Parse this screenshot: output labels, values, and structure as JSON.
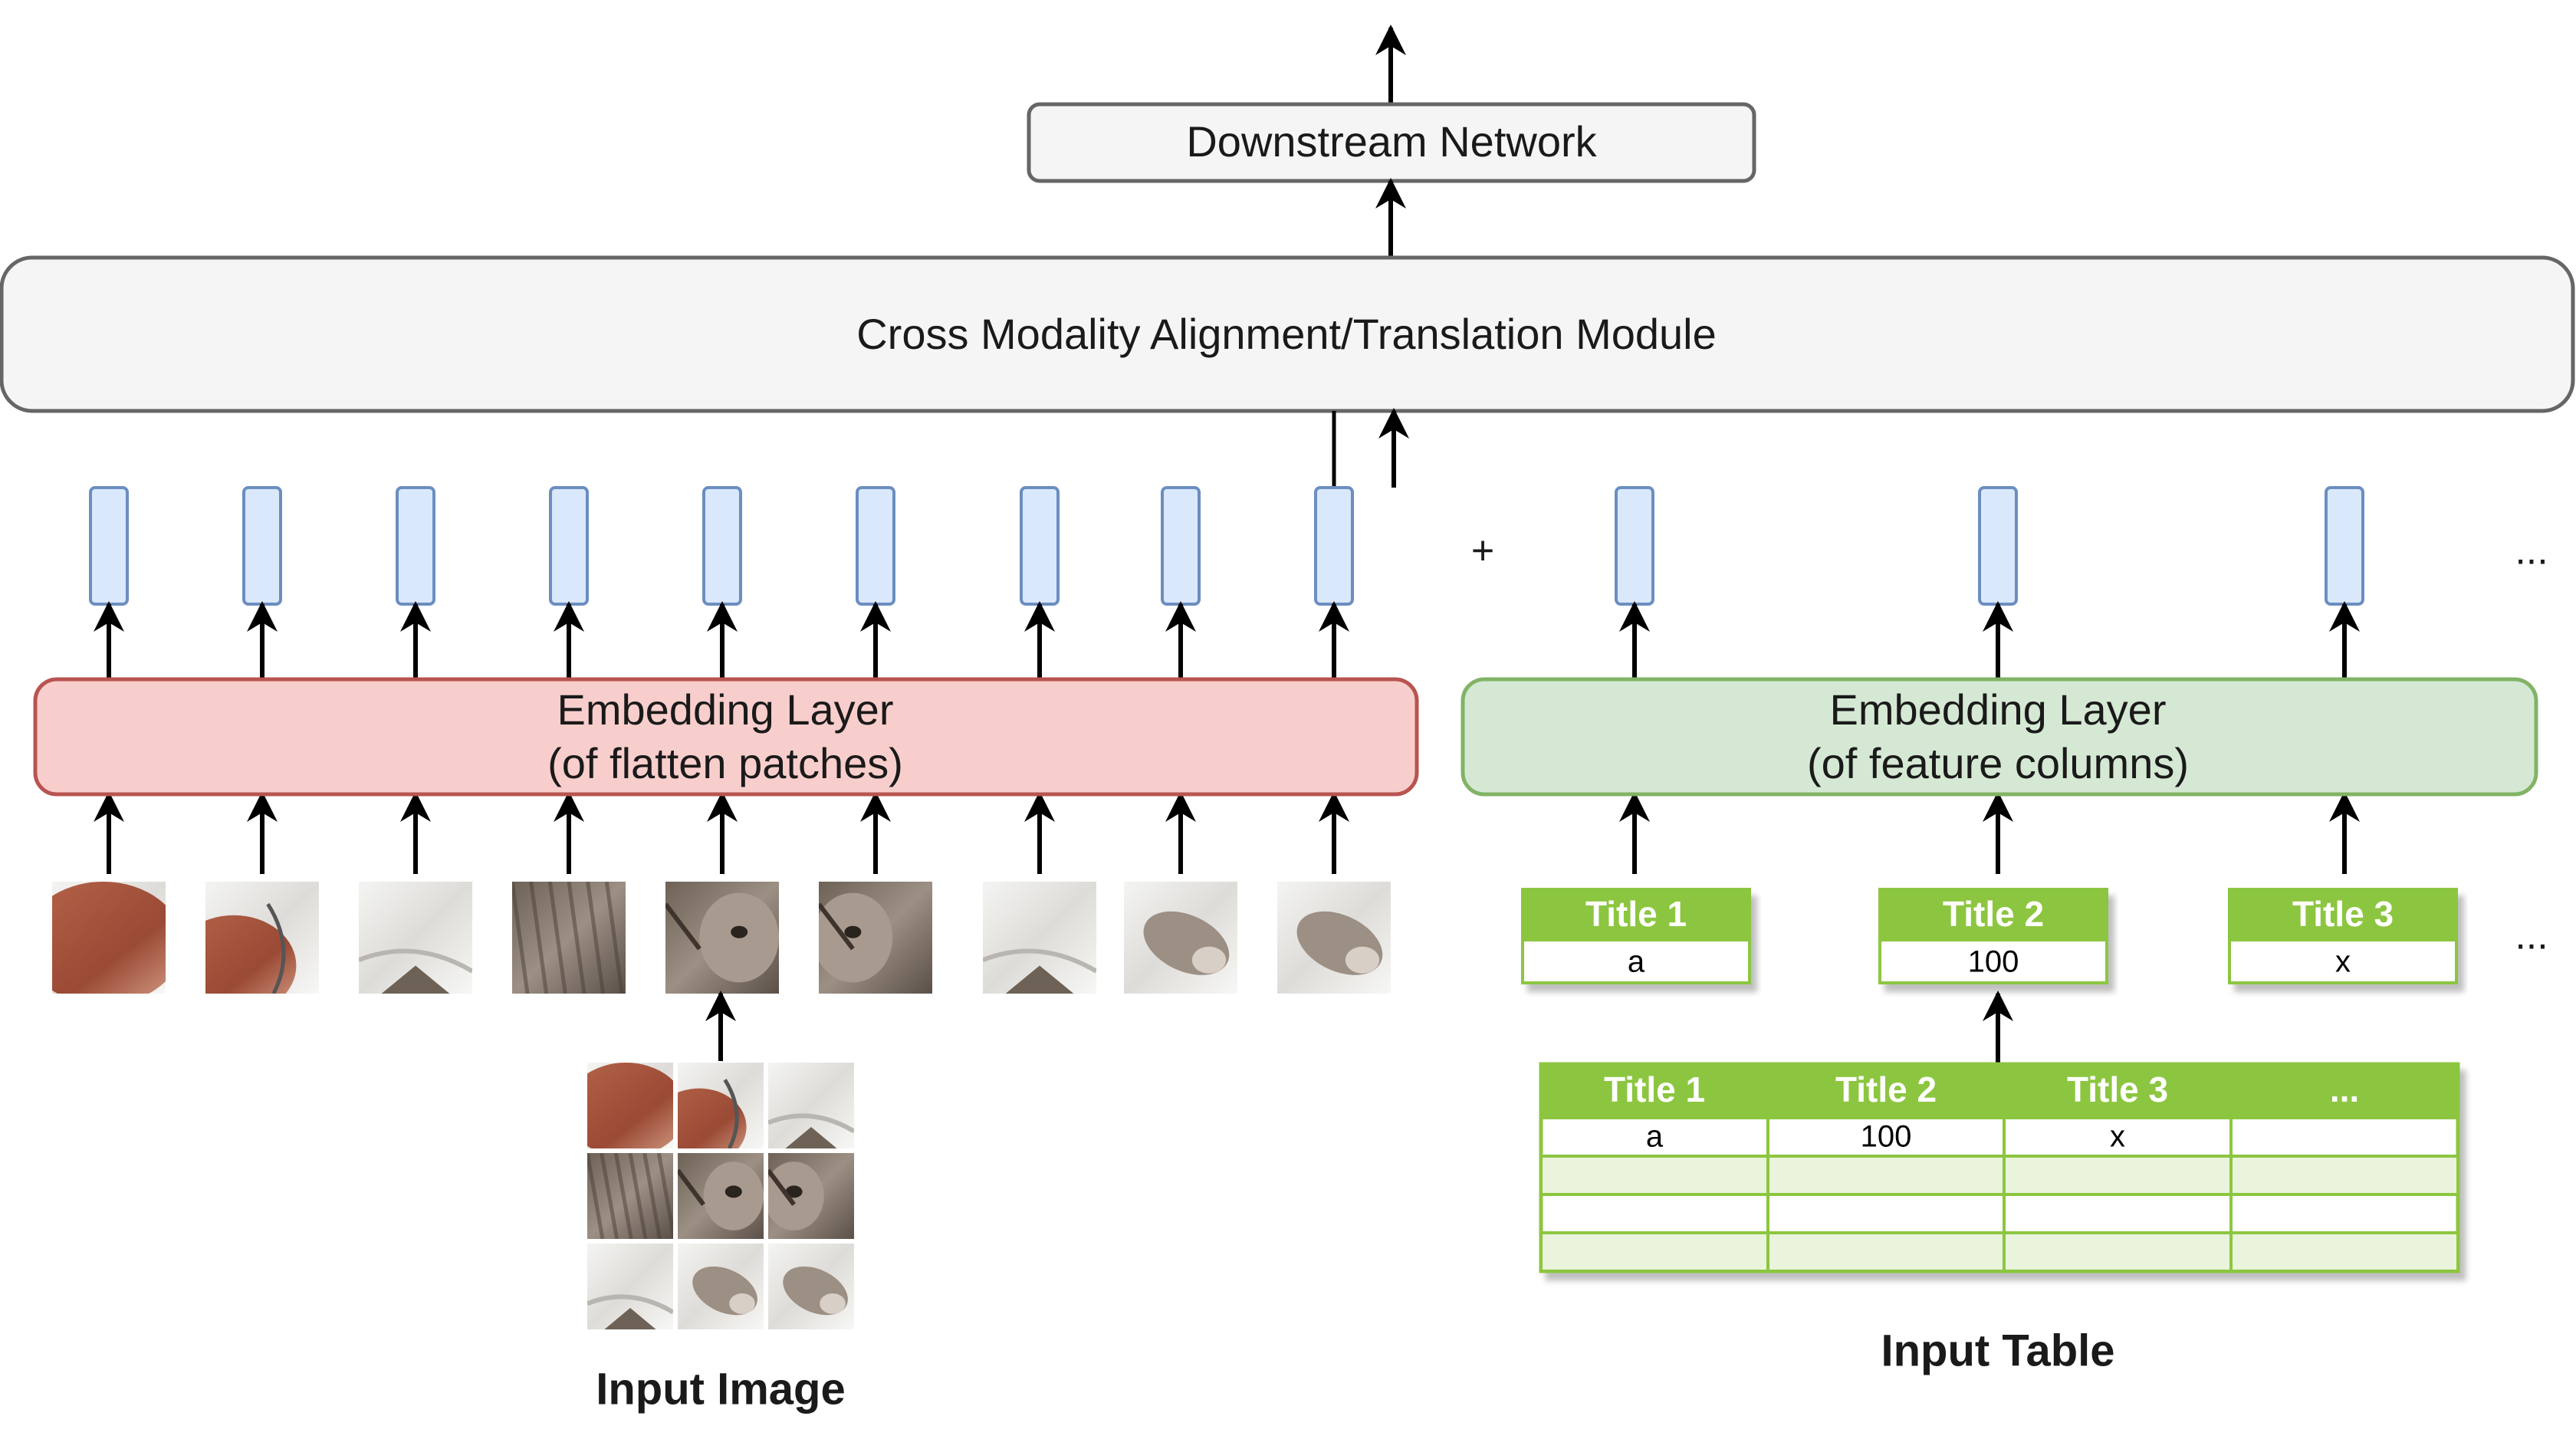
{
  "downstream_network": {
    "label": "Downstream Network"
  },
  "cross_modality_module": {
    "label": "Cross Modality Alignment/Translation Module"
  },
  "image_embedding_layer": {
    "line1": "Embedding Layer",
    "line2": "(of flatten patches)"
  },
  "table_embedding_layer": {
    "line1": "Embedding Layer",
    "line2": "(of feature columns)"
  },
  "plus_sign": "+",
  "ellipsis_tokens": "...",
  "ellipsis_columns": "...",
  "feature_columns": [
    {
      "title": "Title 1",
      "value": "a"
    },
    {
      "title": "Title 2",
      "value": "100"
    },
    {
      "title": "Title 3",
      "value": "x"
    }
  ],
  "input_table": {
    "headers": [
      "Title 1",
      "Title 2",
      "Title 3",
      "..."
    ],
    "first_row": [
      "a",
      "100",
      "x",
      ""
    ]
  },
  "captions": {
    "input_image": "Input Image",
    "input_table": "Input Table"
  },
  "colors": {
    "image_embedding_fill": "#f8cecc",
    "image_embedding_stroke": "#b85450",
    "table_embedding_fill": "#d5e8d4",
    "table_embedding_stroke": "#82b366",
    "token_fill": "#dae8fc",
    "token_stroke": "#6c8ebf",
    "table_header": "#8cc63f",
    "table_border": "#8cc63f",
    "table_alt_row": "#eaf3db",
    "module_fill": "#f5f5f5",
    "module_stroke": "#666666"
  },
  "icons": {
    "image_patch": "kitten-photo-patch",
    "input_image": "kitten-photo-grid"
  }
}
